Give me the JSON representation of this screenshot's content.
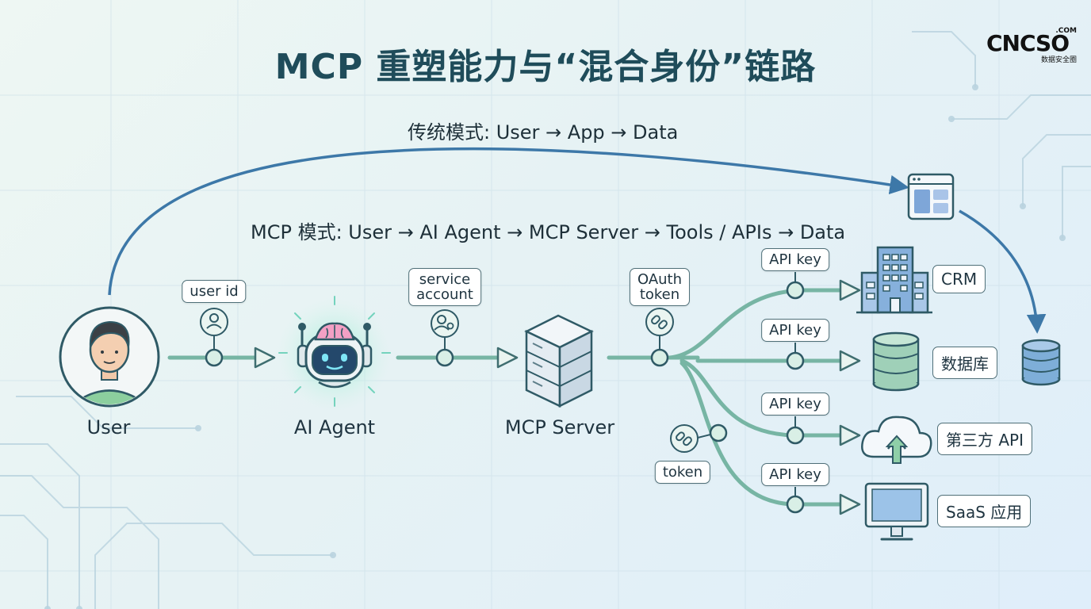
{
  "title": "MCP 重塑能力与“混合身份”链路",
  "logo": {
    "text": "CNCSO",
    "com": ".COM",
    "subtitle": "数据安全圈"
  },
  "traditional_mode": "传统模式: User → App → Data",
  "mcp_mode": "MCP 模式: User → AI Agent → MCP Server → Tools / APIs → Data",
  "nodes": {
    "user": "User",
    "agent": "AI Agent",
    "server": "MCP Server"
  },
  "credentials": {
    "user_id": "user id",
    "service_account": [
      "service",
      "account"
    ],
    "oauth_token": [
      "OAuth",
      "token"
    ],
    "token": "token",
    "api_key": "API key"
  },
  "targets": {
    "crm": "CRM",
    "db": "数据库",
    "third_party": "第三方 API",
    "saas": "SaaS 应用"
  },
  "colors": {
    "title": "#1f4c5a",
    "arrow_blue": "#3d78a8",
    "flow_green": "#77b5a4",
    "node_fill": "#d9efe6",
    "node_stroke": "#2f5a66"
  }
}
